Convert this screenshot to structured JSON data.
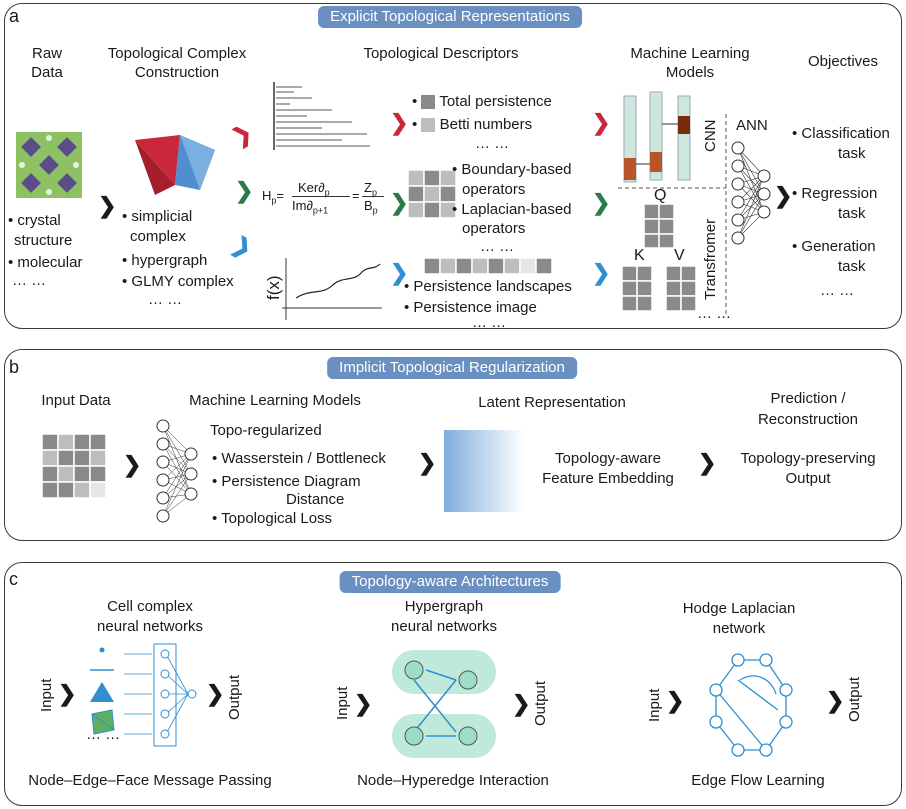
{
  "panel_a": {
    "label": "a",
    "title": "Explicit Topological Representations",
    "raw_data": {
      "heading_1": "Raw",
      "heading_2": "Data",
      "items": [
        "crystal",
        "structure",
        "molecular",
        "… …"
      ]
    },
    "complex": {
      "heading_1": "Topological Complex",
      "heading_2": "Construction",
      "items": [
        "simplicial",
        "complex",
        "hypergraph",
        "GLMY complex",
        "… …"
      ]
    },
    "descriptors": {
      "heading": "Topological Descriptors",
      "row1": [
        "Total persistence",
        "Betti numbers",
        "… …"
      ],
      "row2": [
        "Boundary-based",
        "operators",
        "Laplacian-based",
        "operators",
        "… …"
      ],
      "row3": [
        "Persistence landscapes",
        "Persistence image",
        "… …"
      ],
      "formula": {
        "h": "H",
        "h_sub": "p",
        "num1": "Ker∂",
        "num1_sub": "p",
        "den1": "Im∂",
        "den1_sub": "p+1",
        "num2": "Z",
        "num2_sub": "p",
        "den2": "B",
        "den2_sub": "p"
      },
      "fx": "f(x)"
    },
    "ml": {
      "heading_1": "Machine Learning",
      "heading_2": "Models",
      "cnn": "CNN",
      "ann": "ANN",
      "transformer": "Transfromer",
      "q": "Q",
      "k": "K",
      "v": "V",
      "dots": "… …"
    },
    "objectives": {
      "heading": "Objectives",
      "items": [
        "Classification",
        "task",
        "Regression",
        "task",
        "Generation",
        "task",
        "… …"
      ]
    }
  },
  "panel_b": {
    "label": "b",
    "title": "Implicit Topological Regularization",
    "input": "Input Data",
    "ml_heading": "Machine Learning Models",
    "topo": "Topo-regularized",
    "losses": [
      "Wasserstein / Bottleneck",
      "Persistence Diagram",
      "Distance",
      "Topological Loss"
    ],
    "latent": "Latent Representation",
    "embedding": [
      "Topology-aware",
      "Feature Embedding"
    ],
    "prediction": [
      "Prediction /",
      "Reconstruction"
    ],
    "output": [
      "Topology-preserving",
      "Output"
    ]
  },
  "panel_c": {
    "label": "c",
    "title": "Topology-aware Architectures",
    "cell": {
      "heading": [
        "Cell complex",
        "neural networks"
      ],
      "caption": "Node–Edge–Face Message Passing",
      "dots": "… …"
    },
    "hyper": {
      "heading": [
        "Hypergraph",
        "neural networks"
      ],
      "caption": "Node–Hyperedge Interaction"
    },
    "hodge": {
      "heading": [
        "Hodge Laplacian",
        "network"
      ],
      "caption": "Edge Flow Learning"
    },
    "input": "Input",
    "output": "Output"
  },
  "colors": {
    "accent": "#6a8fc1",
    "red": "#c8283a",
    "green": "#2a7a4a",
    "blue": "#2f8fd0",
    "teal": "#9fdcc8",
    "gray": "#8a8a8a"
  }
}
